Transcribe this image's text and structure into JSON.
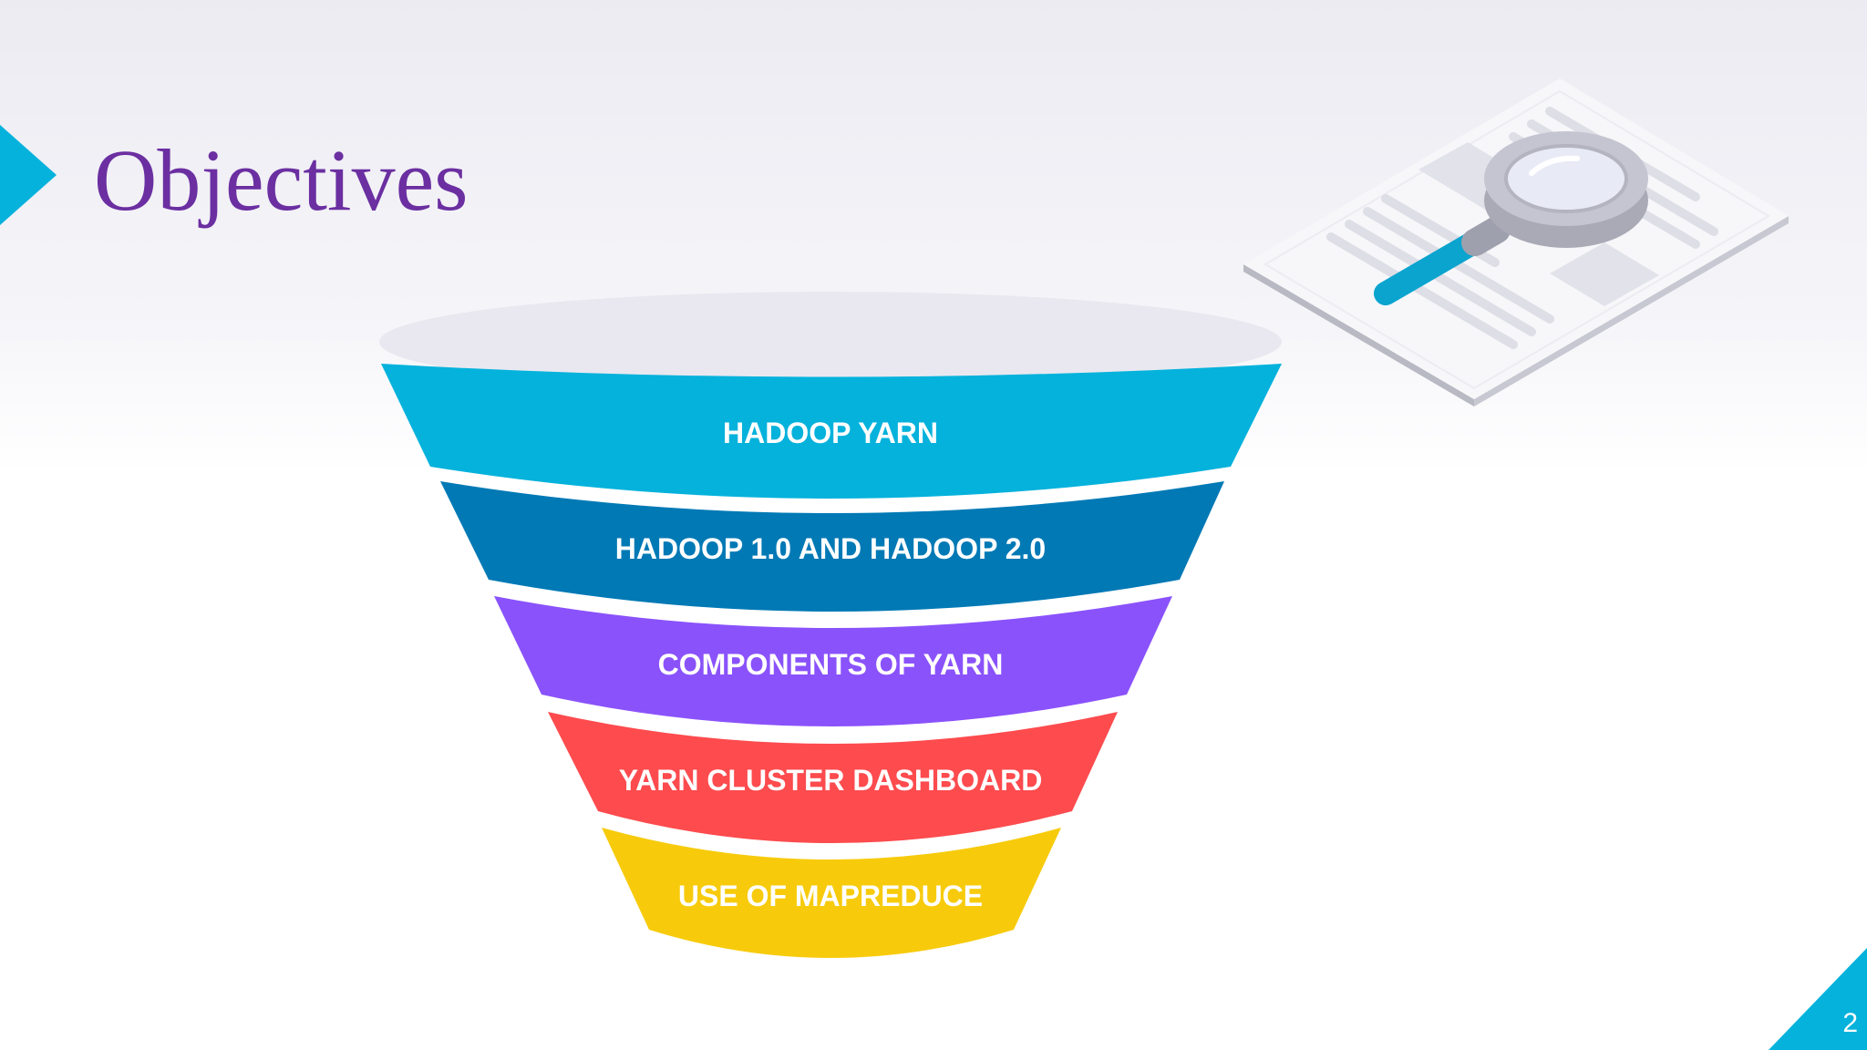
{
  "slide": {
    "title": "Objectives",
    "page_number": "2"
  },
  "funnel": {
    "stages": [
      {
        "label": "HADOOP YARN",
        "color": "#05b2dc"
      },
      {
        "label": "HADOOP 1.0 AND HADOOP 2.0",
        "color": "#0079b5"
      },
      {
        "label": "COMPONENTS OF YARN",
        "color": "#8a52fb"
      },
      {
        "label": "YARN CLUSTER DASHBOARD",
        "color": "#fd4b4e"
      },
      {
        "label": "USE OF MAPREDUCE",
        "color": "#f7cb0c"
      }
    ]
  },
  "colors": {
    "title": "#6b2fa1",
    "accent": "#05b2dc"
  },
  "icons": [
    "document-icon",
    "magnifier-icon"
  ]
}
